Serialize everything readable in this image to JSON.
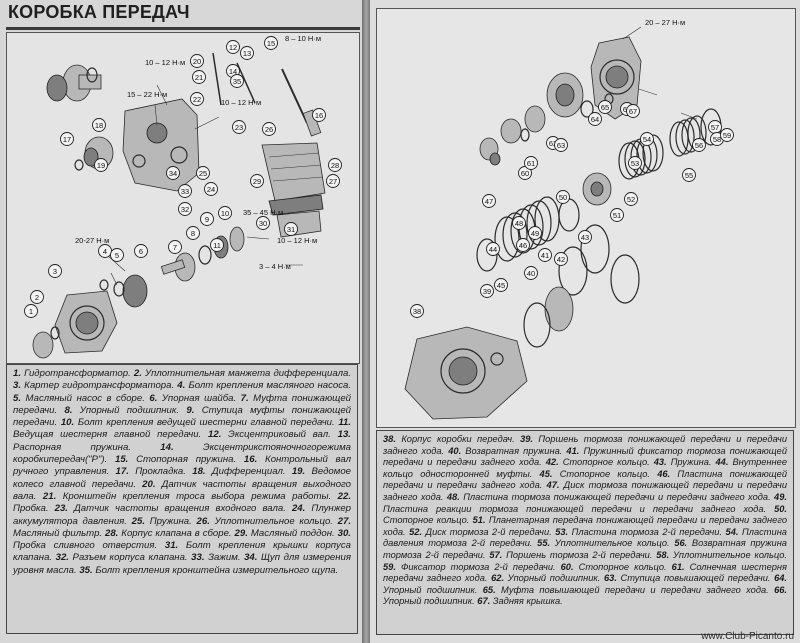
{
  "page": {
    "section_title": "КОРОБКА ПЕРЕДАЧ",
    "watermark": "www.Club-Picanto.ru"
  },
  "left_figure": {
    "torques": [
      "10 – 12 Н·м",
      "15 – 22 Н·м",
      "10 – 12 Н·м",
      "8 – 10 Н·м",
      "35 – 45 Н·м",
      "10 – 12 Н·м",
      "20-27 Н·м",
      "3 – 4 Н·м"
    ],
    "callouts": [
      "1",
      "2",
      "3",
      "4",
      "5",
      "6",
      "7",
      "8",
      "9",
      "10",
      "11",
      "12",
      "13",
      "14",
      "15",
      "16",
      "17",
      "18",
      "19",
      "20",
      "21",
      "22",
      "23",
      "24",
      "25",
      "26",
      "27",
      "28",
      "29",
      "30",
      "31",
      "32",
      "33",
      "34",
      "35"
    ]
  },
  "right_figure": {
    "torques": [
      "20 – 27 Н·м"
    ],
    "callouts": [
      "38",
      "39",
      "40",
      "41",
      "42",
      "43",
      "44",
      "45",
      "46",
      "47",
      "48",
      "49",
      "50",
      "51",
      "52",
      "53",
      "54",
      "55",
      "56",
      "57",
      "58",
      "59",
      "60",
      "61",
      "62",
      "63",
      "64",
      "65",
      "66",
      "67"
    ]
  },
  "left_caption": [
    {
      "n": "1.",
      "t": " Гидротрансформатор. "
    },
    {
      "n": "2.",
      "t": " Уплотнительная манжета дифференциала. "
    },
    {
      "n": "3.",
      "t": " Картер гидротрансформатора. "
    },
    {
      "n": "4.",
      "t": " Болт крепления масляного насоса. "
    },
    {
      "n": "5.",
      "t": " Масляный насос в сборе. "
    },
    {
      "n": "6.",
      "t": " Упорная шайба. "
    },
    {
      "n": "7.",
      "t": " Муфта понижающей передачи. "
    },
    {
      "n": "8.",
      "t": " Упорный подшипник. "
    },
    {
      "n": "9.",
      "t": " Ступица муфты понижающей передачи. "
    },
    {
      "n": "10.",
      "t": " Болт крепления ведущей шестерни главной передачи. "
    },
    {
      "n": "11.",
      "t": " Ведущая шестерня главной передачи. "
    },
    {
      "n": "12.",
      "t": " Эксцентриковый вал. "
    },
    {
      "n": "13.",
      "t": " Распорная пружина. "
    },
    {
      "n": "14.",
      "t": " Эксцентрикстояночногорежима коробкипередач(\"Р\"). "
    },
    {
      "n": "15.",
      "t": " Стопорная пружина. "
    },
    {
      "n": "16.",
      "t": " Контрольный вал ручного управления. "
    },
    {
      "n": "17.",
      "t": " Прокладка. "
    },
    {
      "n": "18.",
      "t": " Дифференциал. "
    },
    {
      "n": "19.",
      "t": " Ведомое колесо главной передачи. "
    },
    {
      "n": "20.",
      "t": " Датчик частоты вращения выходного вала. "
    },
    {
      "n": "21.",
      "t": " Кронштейн крепления троса выбора режима работы. "
    },
    {
      "n": "22.",
      "t": " Пробка. "
    },
    {
      "n": "23.",
      "t": " Датчик частоты вращения входного вала. "
    },
    {
      "n": "24.",
      "t": " Плунжер аккумулятора давления. "
    },
    {
      "n": "25.",
      "t": " Пружина. "
    },
    {
      "n": "26.",
      "t": " Уплотнительное кольцо. "
    },
    {
      "n": "27.",
      "t": " Масляный фильтр. "
    },
    {
      "n": "28.",
      "t": " Корпус клапана в сборе. "
    },
    {
      "n": "29.",
      "t": " Масляный поддон. "
    },
    {
      "n": "30.",
      "t": " Пробка сливного отверстия. "
    },
    {
      "n": "31.",
      "t": " Болт крепления крышки корпуса клапана. "
    },
    {
      "n": "32.",
      "t": " Разъем корпуса клапана. "
    },
    {
      "n": "33.",
      "t": " Зажим. "
    },
    {
      "n": "34.",
      "t": " Щуп для измерения уровня масла. "
    },
    {
      "n": "35.",
      "t": " Болт крепления кронштейна измерительного щупа."
    }
  ],
  "right_caption": [
    {
      "n": "38.",
      "t": " Корпус коробки передач. "
    },
    {
      "n": "39.",
      "t": " Поршень тормоза понижающей передачи и передачи заднего хода. "
    },
    {
      "n": "40.",
      "t": " Возвратная пружина. "
    },
    {
      "n": "41.",
      "t": " Пружинный фиксатор тормоза понижающей передачи и передачи заднего хода. "
    },
    {
      "n": "42.",
      "t": " Стопорное кольцо. "
    },
    {
      "n": "43.",
      "t": " Пружина. "
    },
    {
      "n": "44.",
      "t": " Внутреннее кольцо односторонней муфты. "
    },
    {
      "n": "45.",
      "t": " Стопорное кольцо. "
    },
    {
      "n": "46.",
      "t": " Пластина понижающей передачи и передачи заднего хода. "
    },
    {
      "n": "47.",
      "t": " Диск тормоза понижающей передачи и передачи заднего хода. "
    },
    {
      "n": "48.",
      "t": " Пластина тормоза понижающей передачи и передачи заднего хода. "
    },
    {
      "n": "49.",
      "t": " Пластина реакции тормоза понижающей передачи и передачи заднего хода. "
    },
    {
      "n": "50.",
      "t": " Стопорное кольцо. "
    },
    {
      "n": "51.",
      "t": " Планетарная передача понижающей передачи и передачи заднего хода. "
    },
    {
      "n": "52.",
      "t": " Диск тормоза 2-й передачи. "
    },
    {
      "n": "53.",
      "t": " Пластина тормоза 2-й передачи. "
    },
    {
      "n": "54.",
      "t": " Пластина давления тормоза 2-й передачи. "
    },
    {
      "n": "55.",
      "t": " Уплотнительное кольцо. "
    },
    {
      "n": "56.",
      "t": " Возвратная пружина тормоза 2-й передачи. "
    },
    {
      "n": "57.",
      "t": " Поршень тормоза 2-й передачи. "
    },
    {
      "n": "58.",
      "t": " Уплотнительное кольцо. "
    },
    {
      "n": "59.",
      "t": " Фиксатор тормоза 2-й передачи. "
    },
    {
      "n": "60.",
      "t": " Стопорное кольцо. "
    },
    {
      "n": "61.",
      "t": " Солнечная шестерня передачи заднего хода. "
    },
    {
      "n": "62.",
      "t": " Упорный подшипник. "
    },
    {
      "n": "63.",
      "t": " Ступица повышающей передачи. "
    },
    {
      "n": "64.",
      "t": " Упорный подшипник. "
    },
    {
      "n": "65.",
      "t": " Муфта повышающей передачи и передачи заднего хода. "
    },
    {
      "n": "66.",
      "t": " Упорный подшипник. "
    },
    {
      "n": "67.",
      "t": " Задняя крышка."
    }
  ]
}
